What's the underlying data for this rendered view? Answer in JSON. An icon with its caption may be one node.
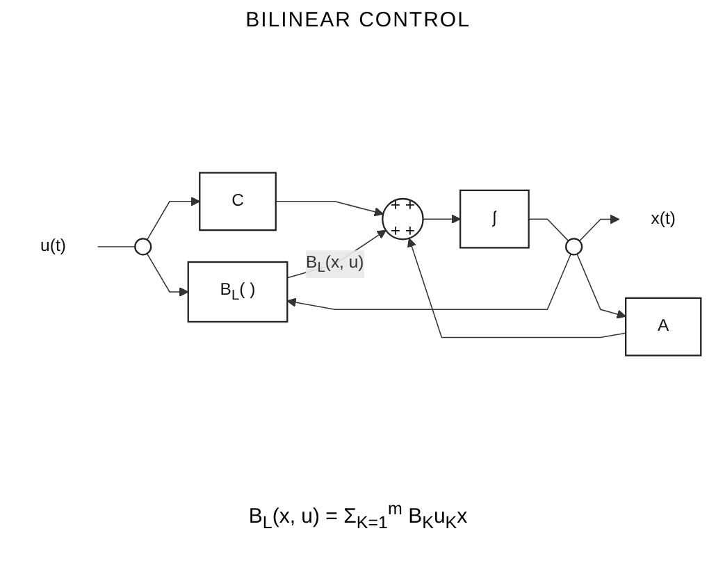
{
  "diagram": {
    "title": "BILINEAR CONTROL",
    "nodes": [
      {
        "text": [
          "B$_{L}$(  )"
        ]
      },
      {
        "text": [
          "u(t)"
        ]
      },
      {
        "text": [],
        "shape": "circle"
      },
      {
        "text": [
          "C"
        ]
      },
      {
        "text": [
          "+",
          "+",
          "+",
          "+"
        ]
      },
      {
        "text": [
          "∫"
        ]
      },
      {
        "text": [],
        "shape": "circle"
      },
      {
        "text": [
          "x(t)"
        ]
      },
      {
        "text": [
          "A"
        ]
      }
    ],
    "edges": [
      {
        "from": 1,
        "to": 2,
        "arrow": "none"
      },
      {
        "from": 2,
        "to": 3,
        "arrow": "to"
      },
      {
        "from": 2,
        "to": 0,
        "arrow": "to"
      },
      {
        "from": 3,
        "to": 4,
        "arrow": "to"
      },
      {
        "from": 0,
        "to": 4,
        "arrow": "to",
        "label": "B$_{L}$(x, u)"
      },
      {
        "from": 4,
        "to": 5,
        "arrow": "to"
      },
      {
        "from": 5,
        "to": 6,
        "arrow": "none"
      },
      {
        "from": 6,
        "to": 7,
        "arrow": "to"
      },
      {
        "from": 6,
        "to": 0,
        "arrow": "to"
      },
      {
        "from": 6,
        "to": 8,
        "arrow": "to"
      },
      {
        "from": 8,
        "to": 4,
        "arrow": "to"
      }
    ],
    "labels": [
      "B$_{L}$(x, u) = Σ$_{K=1}$$^{m}$ B$_{K}$u$_{K}$x"
    ]
  }
}
